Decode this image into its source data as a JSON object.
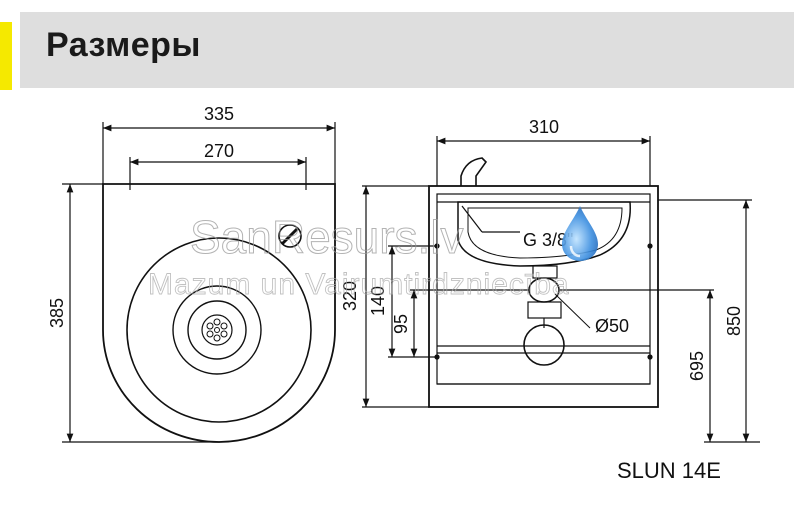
{
  "header": {
    "title": "Размеры",
    "accent_color": "#f5e900",
    "band_color": "#dedede"
  },
  "front_view": {
    "width_outer": "335",
    "width_inner": "270",
    "height": "385"
  },
  "side_view": {
    "depth": "310",
    "height_total": "320",
    "height_upper": "140",
    "height_lower": "95",
    "floor_height": "850",
    "outlet_height": "695",
    "water_connection": "G 3/8\"",
    "drain_diameter": "Ø50"
  },
  "watermark": {
    "line1": "SanResurs.lv",
    "line2": "Mazum un Vairumtirdzniecība"
  },
  "model": "SLUN 14E",
  "icons": {
    "water_drop": "water-drop-icon",
    "drop_color": "#3d8fe0"
  }
}
